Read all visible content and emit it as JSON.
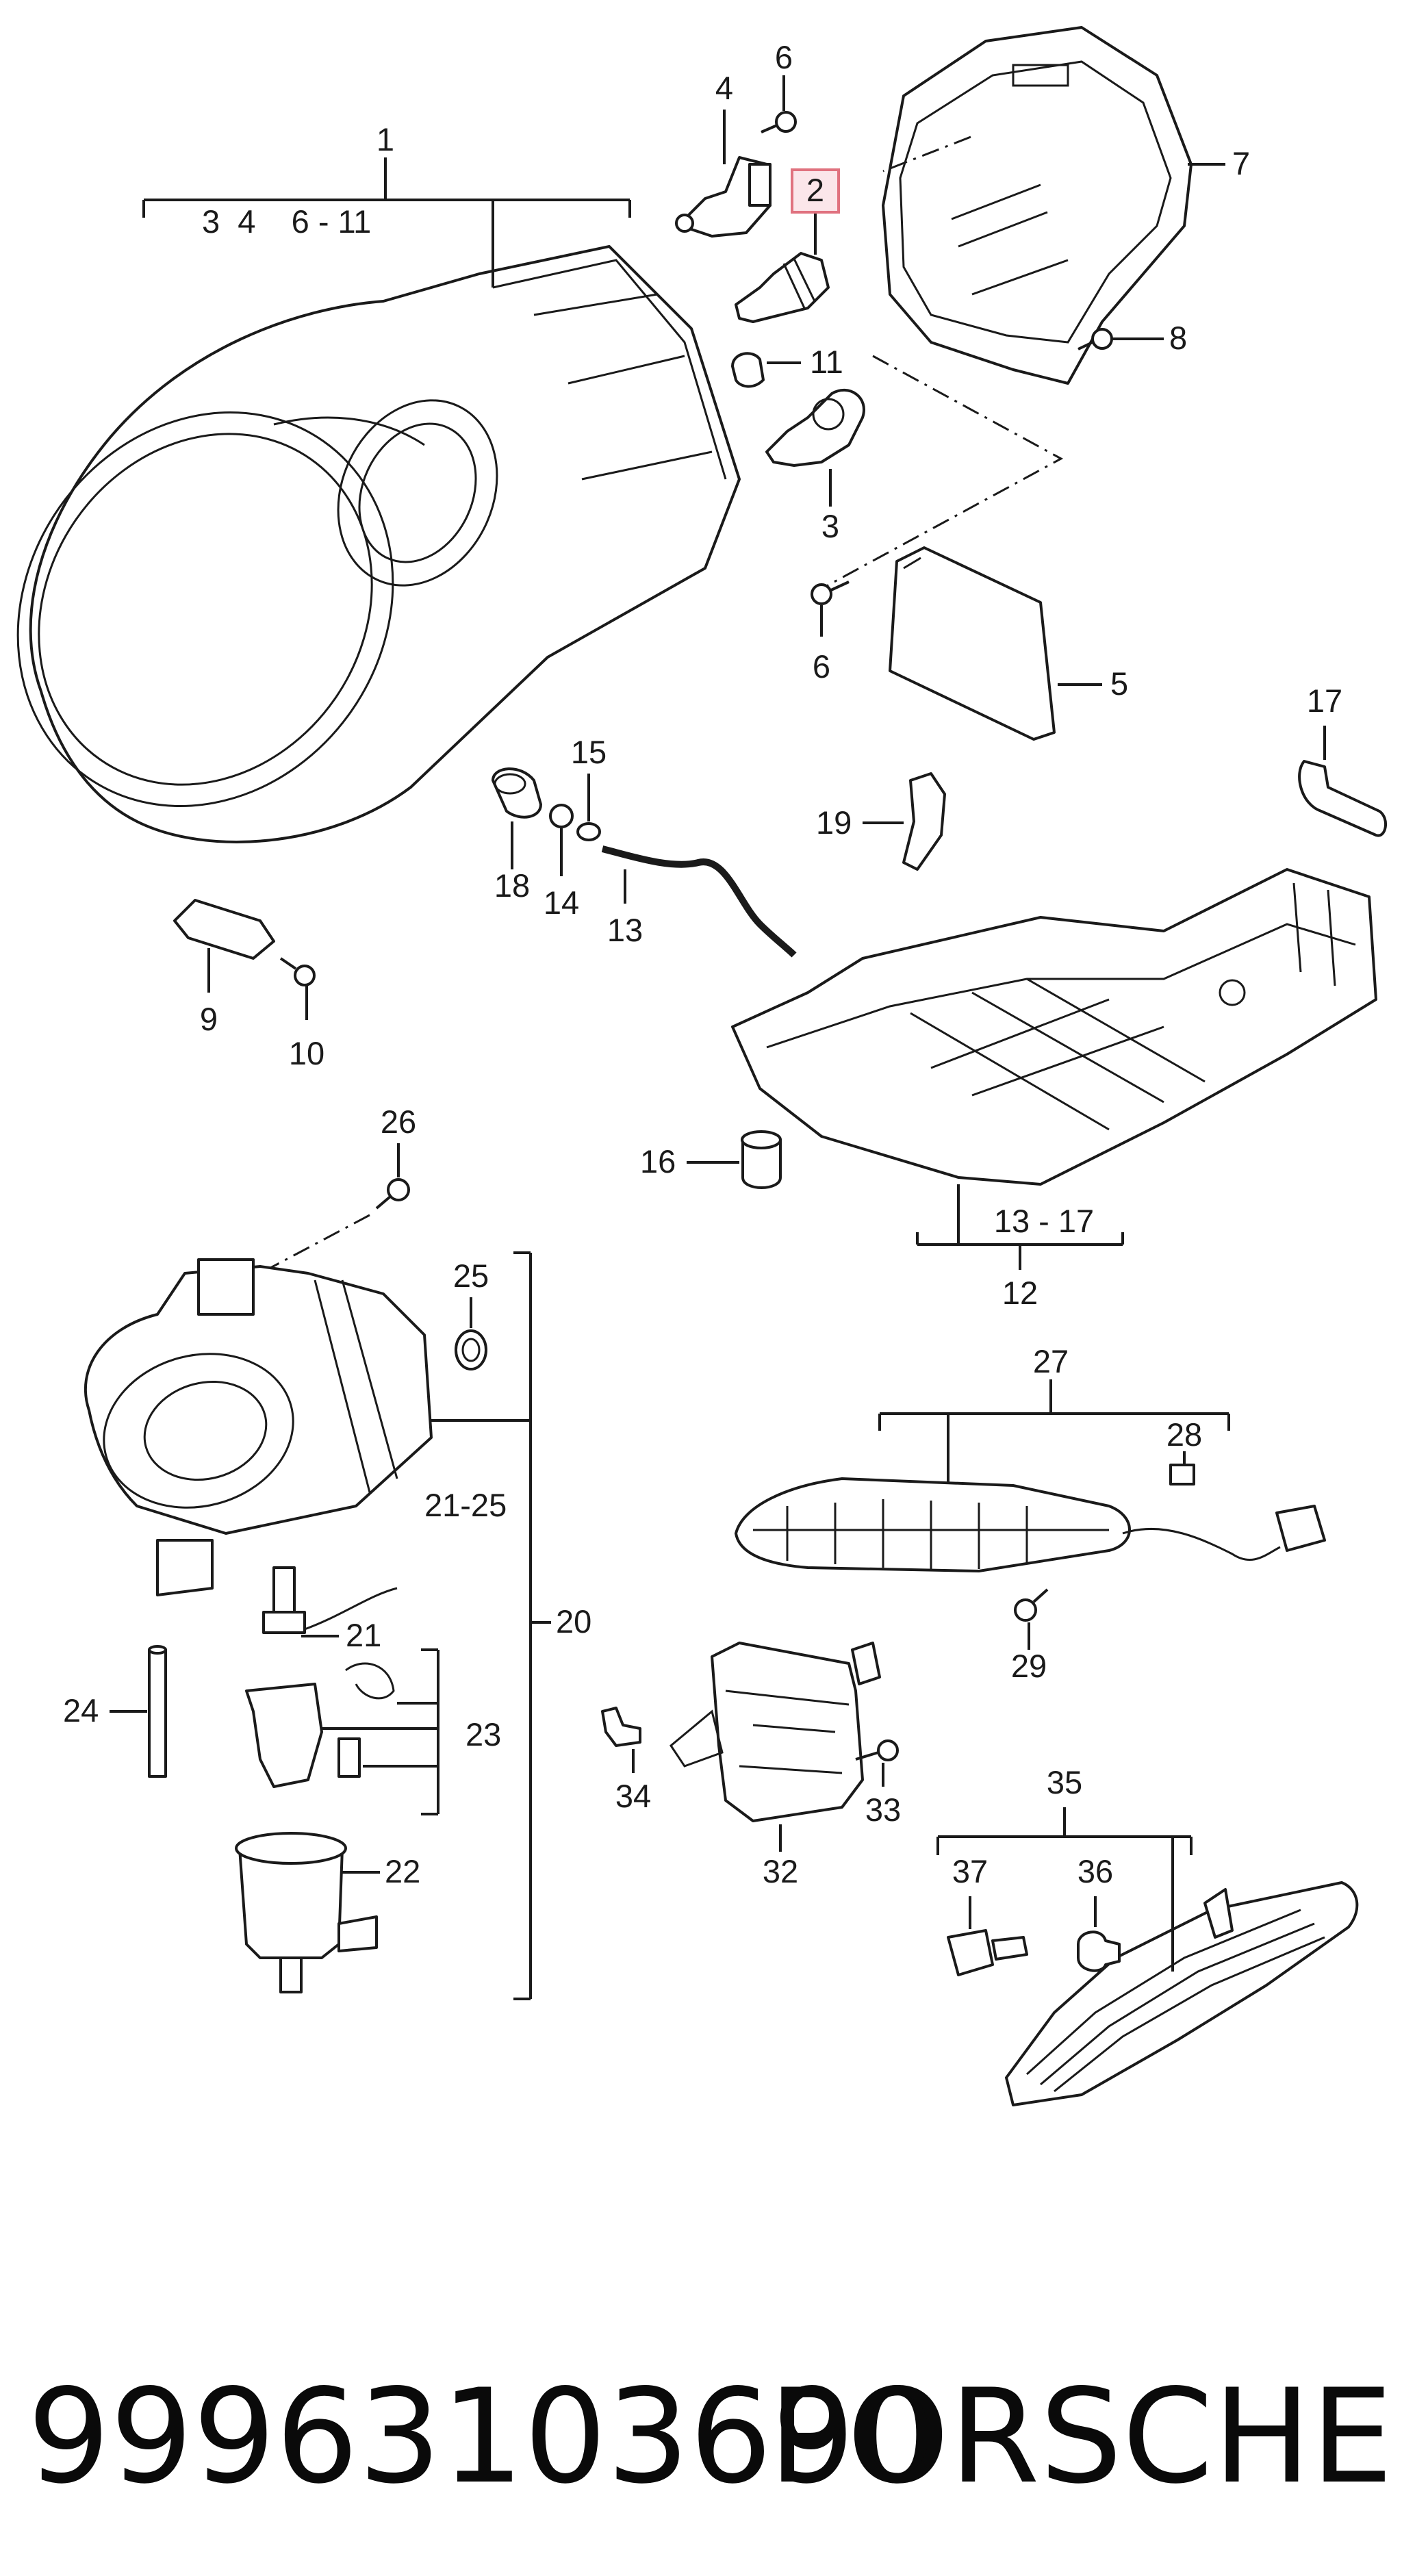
{
  "callouts": {
    "c1": "1",
    "c1_range": "3  4    6 - 11",
    "c2": "2",
    "c3": "3",
    "c4": "4",
    "c5": "5",
    "c6a": "6",
    "c6b": "6",
    "c7": "7",
    "c8": "8",
    "c9": "9",
    "c10": "10",
    "c11": "11",
    "c12": "12",
    "c12_range": "13 - 17",
    "c13": "13",
    "c14": "14",
    "c15": "15",
    "c16": "16",
    "c17": "17",
    "c18": "18",
    "c19": "19",
    "c20": "20",
    "c21": "21",
    "c21_25": "21-25",
    "c22": "22",
    "c23": "23",
    "c24": "24",
    "c25": "25",
    "c26": "26",
    "c27": "27",
    "c28": "28",
    "c29": "29",
    "c32": "32",
    "c33": "33",
    "c34": "34",
    "c35": "35",
    "c36": "36",
    "c37": "37"
  },
  "highlighted_callout": "2",
  "highlight_color": "#e0727f",
  "footer": {
    "part_number": "99963103690",
    "brand": "PORSCHE"
  }
}
